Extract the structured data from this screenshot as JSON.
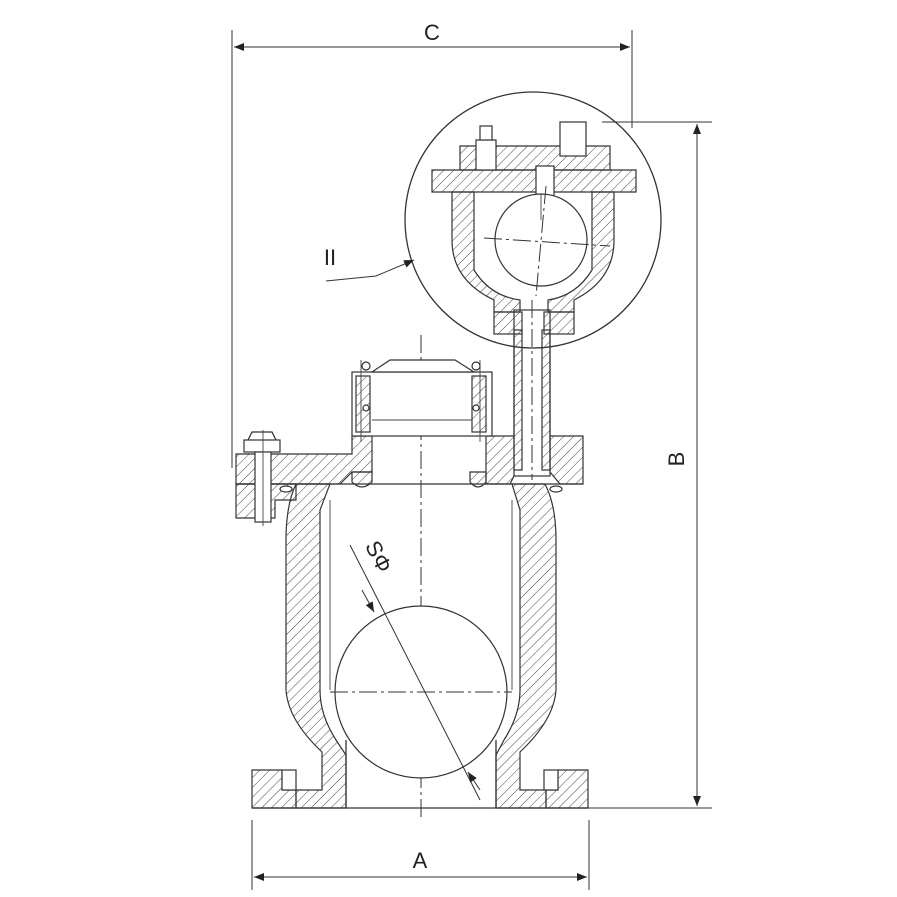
{
  "drawing": {
    "dimensions": {
      "a": "A",
      "b": "B",
      "c": "C",
      "sphere": "SΦ"
    },
    "detail_callout": "II"
  }
}
